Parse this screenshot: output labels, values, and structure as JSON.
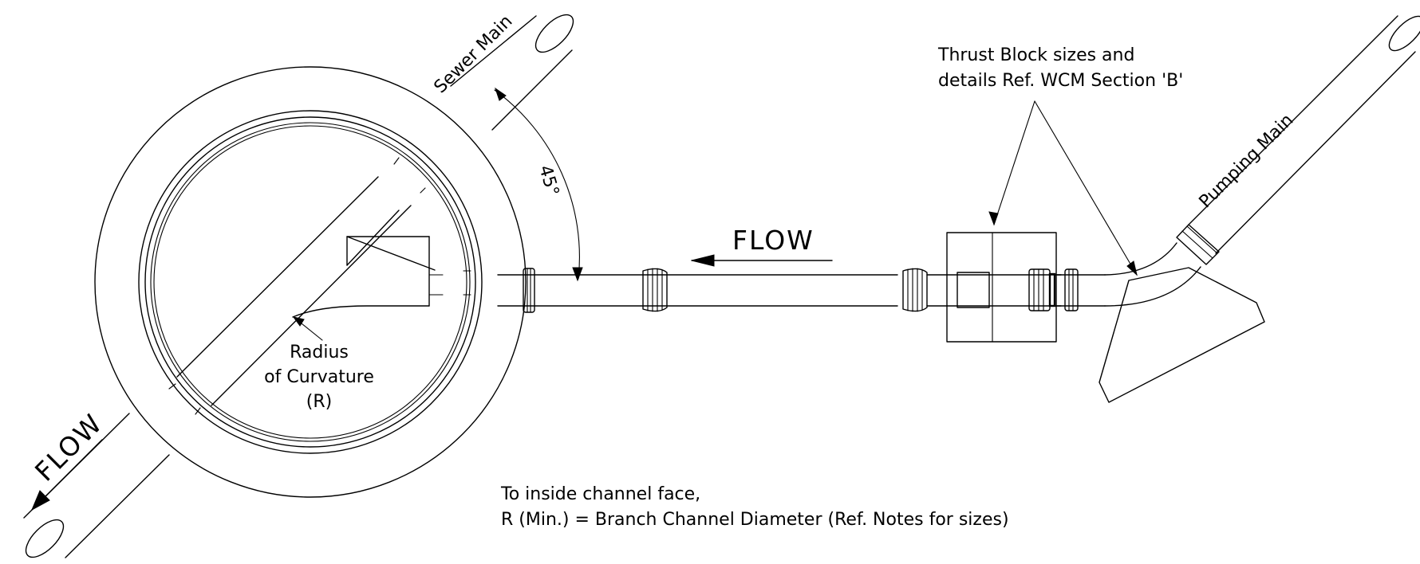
{
  "labels": {
    "sewer_main": "Sewer Main",
    "angle": "45°",
    "flow_top": "FLOW",
    "flow_left": "FLOW",
    "thrust_line1": "Thrust Block sizes and",
    "thrust_line2": "details Ref. WCM Section 'B'",
    "pumping_main": "Pumping Main",
    "radius_line1": "Radius",
    "radius_line2": "of Curvature",
    "radius_line3": "(R)",
    "note_line1": "To inside channel face,",
    "note_line2": "R (Min.) = Branch Channel Diameter (Ref. Notes for sizes)"
  },
  "colors": {
    "line": "#000000",
    "background": "#ffffff"
  }
}
